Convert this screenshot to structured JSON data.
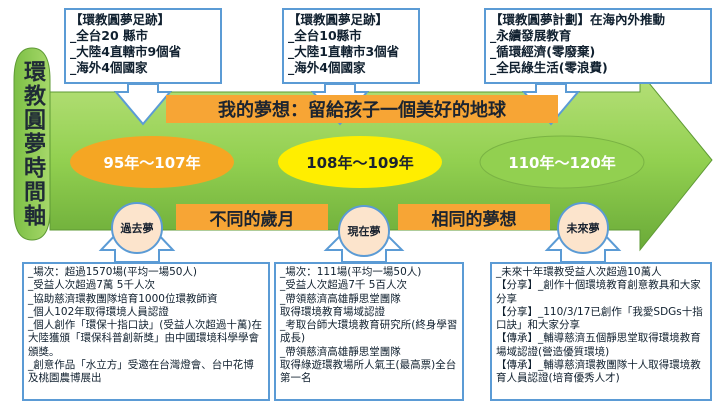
{
  "vertical_title": "環教圓夢時間軸",
  "banner_main": "我的夢想：留給孩子一個美好的地球",
  "banner_left": "不同的歲月",
  "banner_right": "相同的夢想",
  "eras": [
    {
      "label": "95年～107年",
      "color": "#f5a623"
    },
    {
      "label": "108年～109年",
      "color": "#ffee00"
    },
    {
      "label": "110年～120年",
      "color": "#92d050"
    }
  ],
  "phases": [
    "過去夢",
    "現在夢",
    "未來夢"
  ],
  "top_boxes": [
    "【環教圓夢足跡】\n_全台20 縣市\n_大陸4直轄市9個省\n_海外4個國家",
    "【環教圓夢足跡】\n_全台10縣市\n_大陸1直轄市3個省\n_海外4個國家",
    "【環教圓夢計劃】在海內外推動\n_永續發展教育\n_循環經濟(零廢棄)\n_全民綠生活(零浪費)"
  ],
  "bottom_boxes": [
    "_場次：超過1570場(平均一場50人)\n_受益人次超過7萬 5千人次\n_協助慈濟環教團隊培育1000位環教師資\n_個人102年取得環境人員認證\n_個人創作「環保十指口訣」(受益人次超過十萬)在大陸獲頒「環保科普創新獎」由中國環境科學學會頒獎。\n_創意作品「水立方」受邀在台灣燈會、台中花博及桃園農博展出",
    "_場次：111場(平均一場50人)\n_受益人次超過7千 5百人次\n_帶領慈濟高雄靜思堂團隊\n  取得環境教育場域認證\n_考取台師大環境教育研究所(終身學習成長)\n_帶領慈濟高雄靜思堂團隊\n取得綠遊環教場所人氣王(最高票)全台第一名",
    "_未來十年環教受益人次超過10萬人\n【分享】_創作十個環境教育創意教具和大家分享\n【分享】_110/3/17已創作「我愛SDGs十指口訣」和大家分享\n【傳承】_輔導慈濟五個靜思堂取得環境教育場域認證(營造優質環境)\n【傳承】_輔導慈濟環教團隊十人取得環境教育人員認證(培育優秀人才)"
  ],
  "colors": {
    "arrow": "#92d050",
    "arrow_dark": "#4e8a2a",
    "banner": "#f7a535",
    "box_border": "#5b9bd5",
    "circle": "#fce4cc"
  }
}
